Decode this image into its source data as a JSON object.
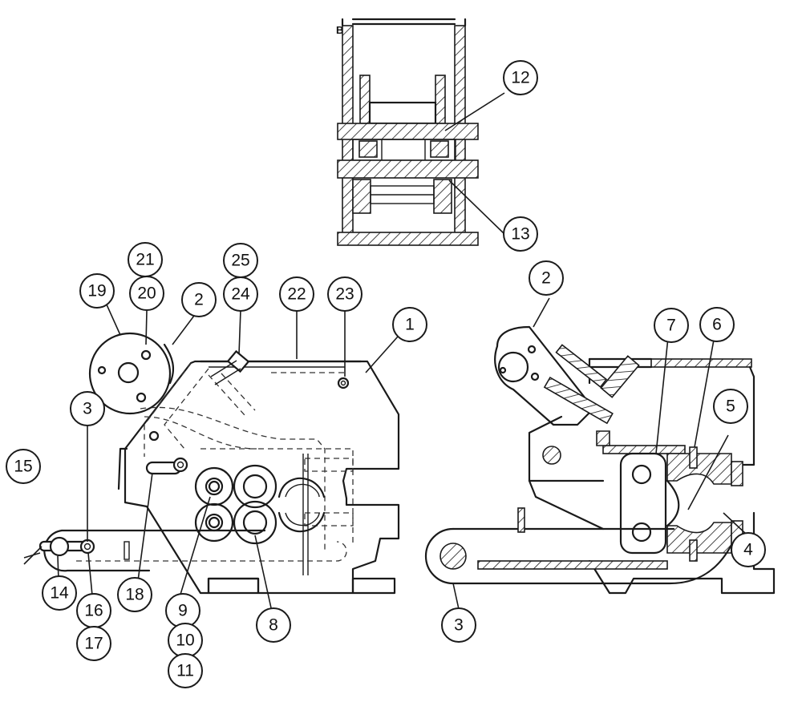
{
  "top_view": {
    "marker_label": "B"
  },
  "callouts": [
    {
      "id": "12",
      "label": "12"
    },
    {
      "id": "13",
      "label": "13"
    },
    {
      "id": "21",
      "label": "21"
    },
    {
      "id": "25",
      "label": "25"
    },
    {
      "id": "19",
      "label": "19"
    },
    {
      "id": "20",
      "label": "20"
    },
    {
      "id": "2a",
      "label": "2"
    },
    {
      "id": "24",
      "label": "24"
    },
    {
      "id": "22",
      "label": "22"
    },
    {
      "id": "23",
      "label": "23"
    },
    {
      "id": "1",
      "label": "1"
    },
    {
      "id": "3a",
      "label": "3"
    },
    {
      "id": "15",
      "label": "15"
    },
    {
      "id": "14",
      "label": "14"
    },
    {
      "id": "16",
      "label": "16"
    },
    {
      "id": "17",
      "label": "17"
    },
    {
      "id": "18",
      "label": "18"
    },
    {
      "id": "9",
      "label": "9"
    },
    {
      "id": "10",
      "label": "10"
    },
    {
      "id": "11",
      "label": "11"
    },
    {
      "id": "8",
      "label": "8"
    },
    {
      "id": "2b",
      "label": "2"
    },
    {
      "id": "7",
      "label": "7"
    },
    {
      "id": "6",
      "label": "6"
    },
    {
      "id": "5",
      "label": "5"
    },
    {
      "id": "4",
      "label": "4"
    },
    {
      "id": "3b",
      "label": "3"
    }
  ]
}
